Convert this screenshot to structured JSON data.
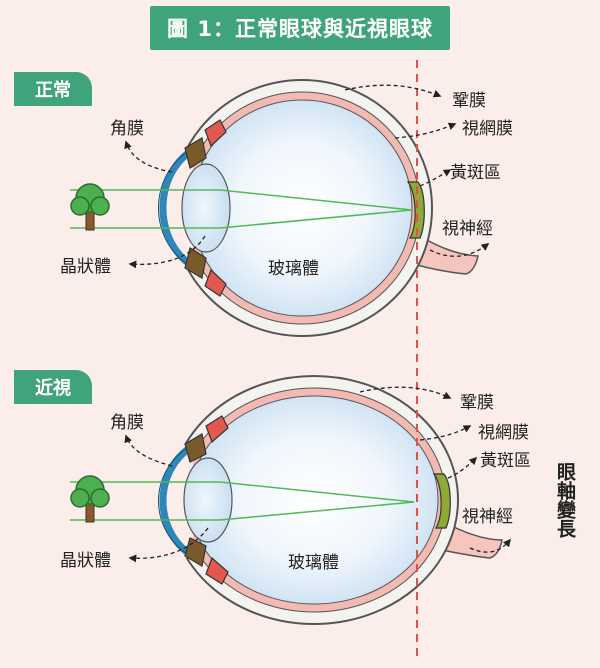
{
  "title": "圖 1：正常眼球與近視眼球",
  "panels": {
    "normal": {
      "tag": "正常",
      "labels": {
        "sclera": "鞏膜",
        "retina": "視網膜",
        "macula": "黃斑區",
        "optic_nerve": "視神經",
        "cornea": "角膜",
        "lens": "晶狀體",
        "vitreous": "玻璃體"
      }
    },
    "myopia": {
      "tag": "近視",
      "labels": {
        "sclera": "鞏膜",
        "retina": "視網膜",
        "macula": "黃斑區",
        "optic_nerve": "視神經",
        "cornea": "角膜",
        "lens": "晶狀體",
        "vitreous": "玻璃體"
      },
      "note": "眼軸變長"
    }
  },
  "colors": {
    "background": "#fbeeea",
    "accent": "#3fa37c",
    "sclera": "#f4f3f0",
    "retina": "#f3b9b3",
    "vitreous": "#d8e9f7",
    "cornea": "#2f86b8",
    "iris": "#7a5a2b",
    "ciliary": "#e2584e",
    "macula": "#8fa935",
    "light_ray": "#52b957",
    "reference_line": "#d9534f"
  },
  "icons": [
    "tree-icon",
    "dashed-arrow-icon"
  ]
}
